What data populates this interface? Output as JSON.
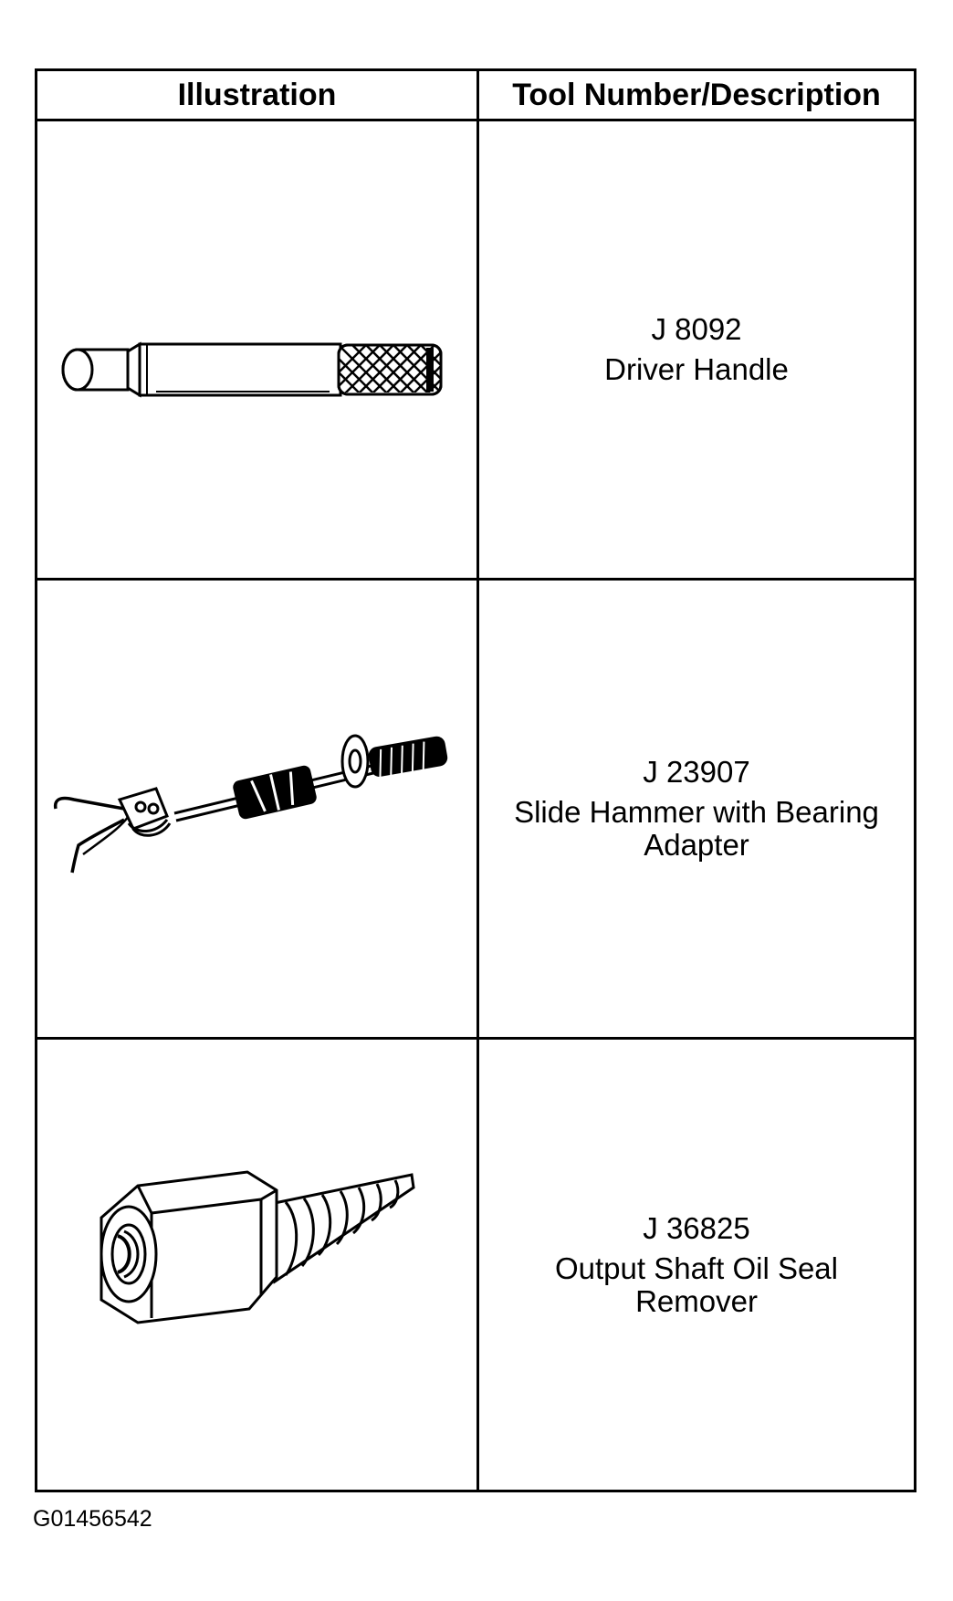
{
  "table": {
    "headers": [
      "Illustration",
      "Tool Number/Description"
    ],
    "rows": [
      {
        "tool_number": "J 8092",
        "description": "Driver Handle",
        "icon": "driver-handle-icon"
      },
      {
        "tool_number": "J 23907",
        "description": "Slide Hammer with Bearing Adapter",
        "icon": "slide-hammer-icon"
      },
      {
        "tool_number": "J 36825",
        "description": "Output Shaft Oil Seal Remover",
        "icon": "oil-seal-remover-icon"
      }
    ]
  },
  "figure_id": "G01456542"
}
